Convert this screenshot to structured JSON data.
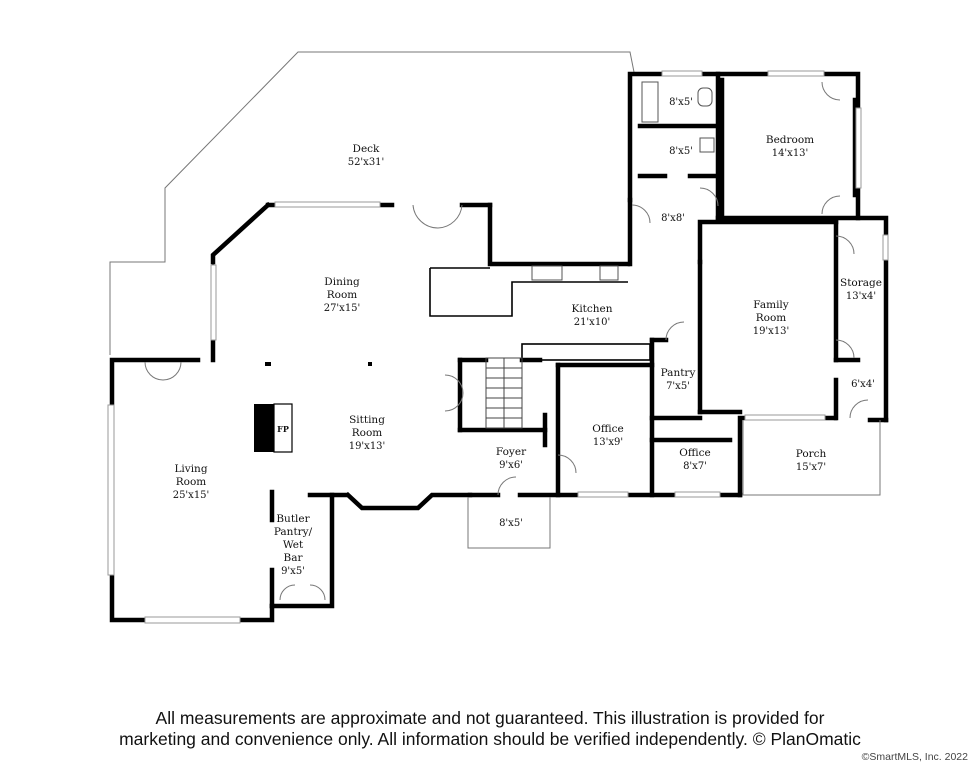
{
  "plan": {
    "rooms": [
      {
        "id": "deck",
        "name": [
          "Deck"
        ],
        "size": "52'x31'"
      },
      {
        "id": "bath1",
        "name": [],
        "size": "8'x5'"
      },
      {
        "id": "bath2",
        "name": [],
        "size": "8'x5'"
      },
      {
        "id": "bedroom",
        "name": [
          "Bedroom"
        ],
        "size": "14'x13'"
      },
      {
        "id": "hall",
        "name": [],
        "size": "8'x8'"
      },
      {
        "id": "dining",
        "name": [
          "Dining",
          "Room"
        ],
        "size": "27'x15'"
      },
      {
        "id": "kitchen",
        "name": [
          "Kitchen"
        ],
        "size": "21'x10'"
      },
      {
        "id": "family",
        "name": [
          "Family",
          "Room"
        ],
        "size": "19'x13'"
      },
      {
        "id": "storage",
        "name": [
          "Storage"
        ],
        "size": "13'x4'"
      },
      {
        "id": "pantry",
        "name": [
          "Pantry"
        ],
        "size": "7'x5'"
      },
      {
        "id": "closet",
        "name": [],
        "size": "6'x4'"
      },
      {
        "id": "sitting",
        "name": [
          "Sitting",
          "Room"
        ],
        "size": "19'x13'"
      },
      {
        "id": "office1",
        "name": [
          "Office"
        ],
        "size": "13'x9'"
      },
      {
        "id": "office2",
        "name": [
          "Office"
        ],
        "size": "8'x7'"
      },
      {
        "id": "porch",
        "name": [
          "Porch"
        ],
        "size": "15'x7'"
      },
      {
        "id": "foyer",
        "name": [
          "Foyer"
        ],
        "size": "9'x6'"
      },
      {
        "id": "living",
        "name": [
          "Living",
          "Room"
        ],
        "size": "25'x15'"
      },
      {
        "id": "butler",
        "name": [
          "Butler",
          "Pantry/",
          "Wet",
          "Bar"
        ],
        "size": "9'x5'"
      },
      {
        "id": "entry",
        "name": [],
        "size": "8'x5'"
      }
    ],
    "fireplace_label": "FP"
  },
  "footer": {
    "disclaimer_line1": "All measurements are approximate and not guaranteed. This illustration is provided for",
    "disclaimer_line2": "marketing and convenience only. All information should be verified independently. © PlanOmatic",
    "copyright": "©SmartMLS, Inc.  2022"
  }
}
